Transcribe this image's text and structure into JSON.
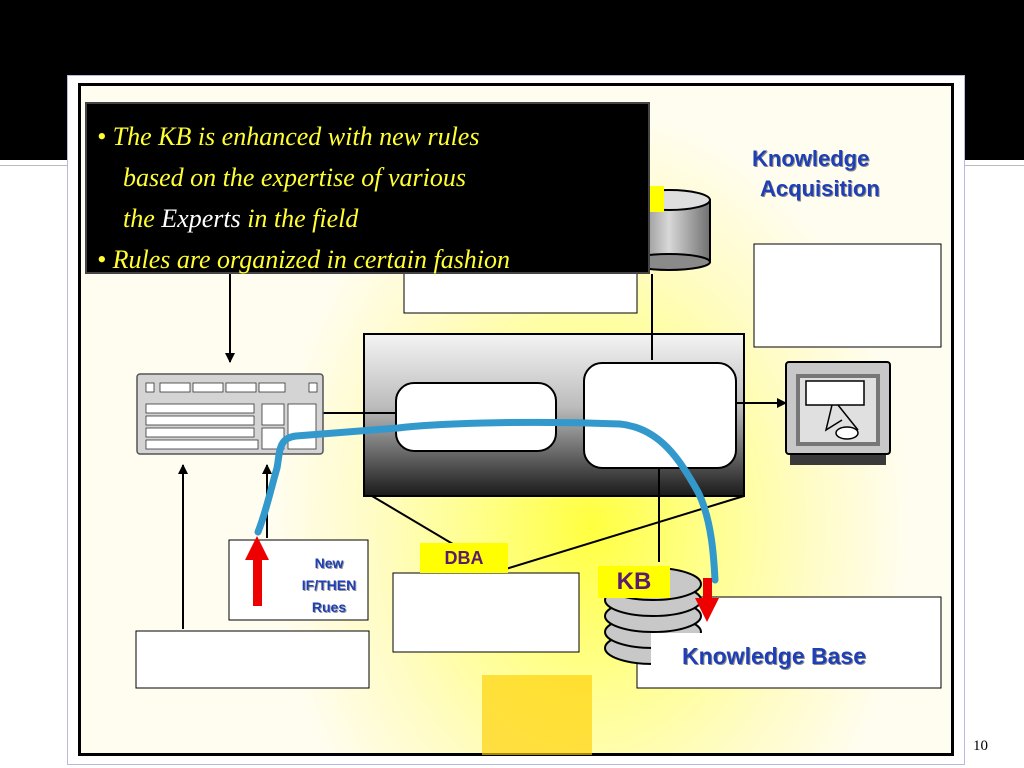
{
  "slide": {
    "callout_lines": [
      "• The KB is enhanced with new rules",
      "based on the expertise of various",
      "the ",
      "Experts",
      " in the field",
      "• Rules are organized in certain fashion"
    ],
    "title_line1": "Knowledge",
    "title_line2": "Acquisition",
    "new_rules_lines": [
      "New",
      "IF/THEN",
      "Rues"
    ],
    "dba_label": "DBA",
    "kb_label": "KB",
    "knowledge_base_label": "Knowledge Base",
    "page_number": "10"
  },
  "colors": {
    "callout_text": "#ffff33",
    "label_blue": "#1f3fb5",
    "tag_yellow": "#ffff00",
    "flow_line": "#3399cc",
    "arrow_red": "#ee0000"
  },
  "icons": [
    "keyboard-icon",
    "monitor-icon",
    "database-cylinder-icon",
    "disk-stack-icon",
    "inference-engine-box"
  ]
}
